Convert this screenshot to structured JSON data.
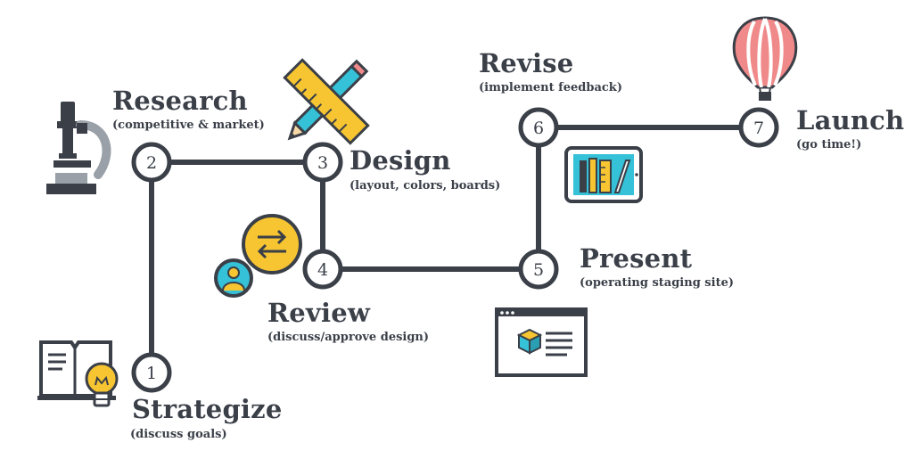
{
  "steps": [
    {
      "number": "1",
      "title": "Strategize",
      "subtitle": "(discuss goals)",
      "icon": "book-lightbulb-icon"
    },
    {
      "number": "2",
      "title": "Research",
      "subtitle": "(competitive & market)",
      "icon": "microscope-icon"
    },
    {
      "number": "3",
      "title": "Design",
      "subtitle": "(layout, colors, boards)",
      "icon": "pencil-ruler-icon"
    },
    {
      "number": "4",
      "title": "Review",
      "subtitle": "(discuss/approve design)",
      "icon": "feedback-exchange-icon"
    },
    {
      "number": "5",
      "title": "Present",
      "subtitle": "(operating staging site)",
      "icon": "browser-window-icon"
    },
    {
      "number": "6",
      "title": "Revise",
      "subtitle": "(implement feedback)",
      "icon": "tablet-tools-icon"
    },
    {
      "number": "7",
      "title": "Launch",
      "subtitle": "(go time!)",
      "icon": "hot-air-balloon-icon"
    }
  ],
  "colors": {
    "line": "#3a3f48",
    "yellow": "#f6c531",
    "cyan": "#35c1d8",
    "coral": "#f08a8a",
    "grey": "#9aa0a8"
  }
}
